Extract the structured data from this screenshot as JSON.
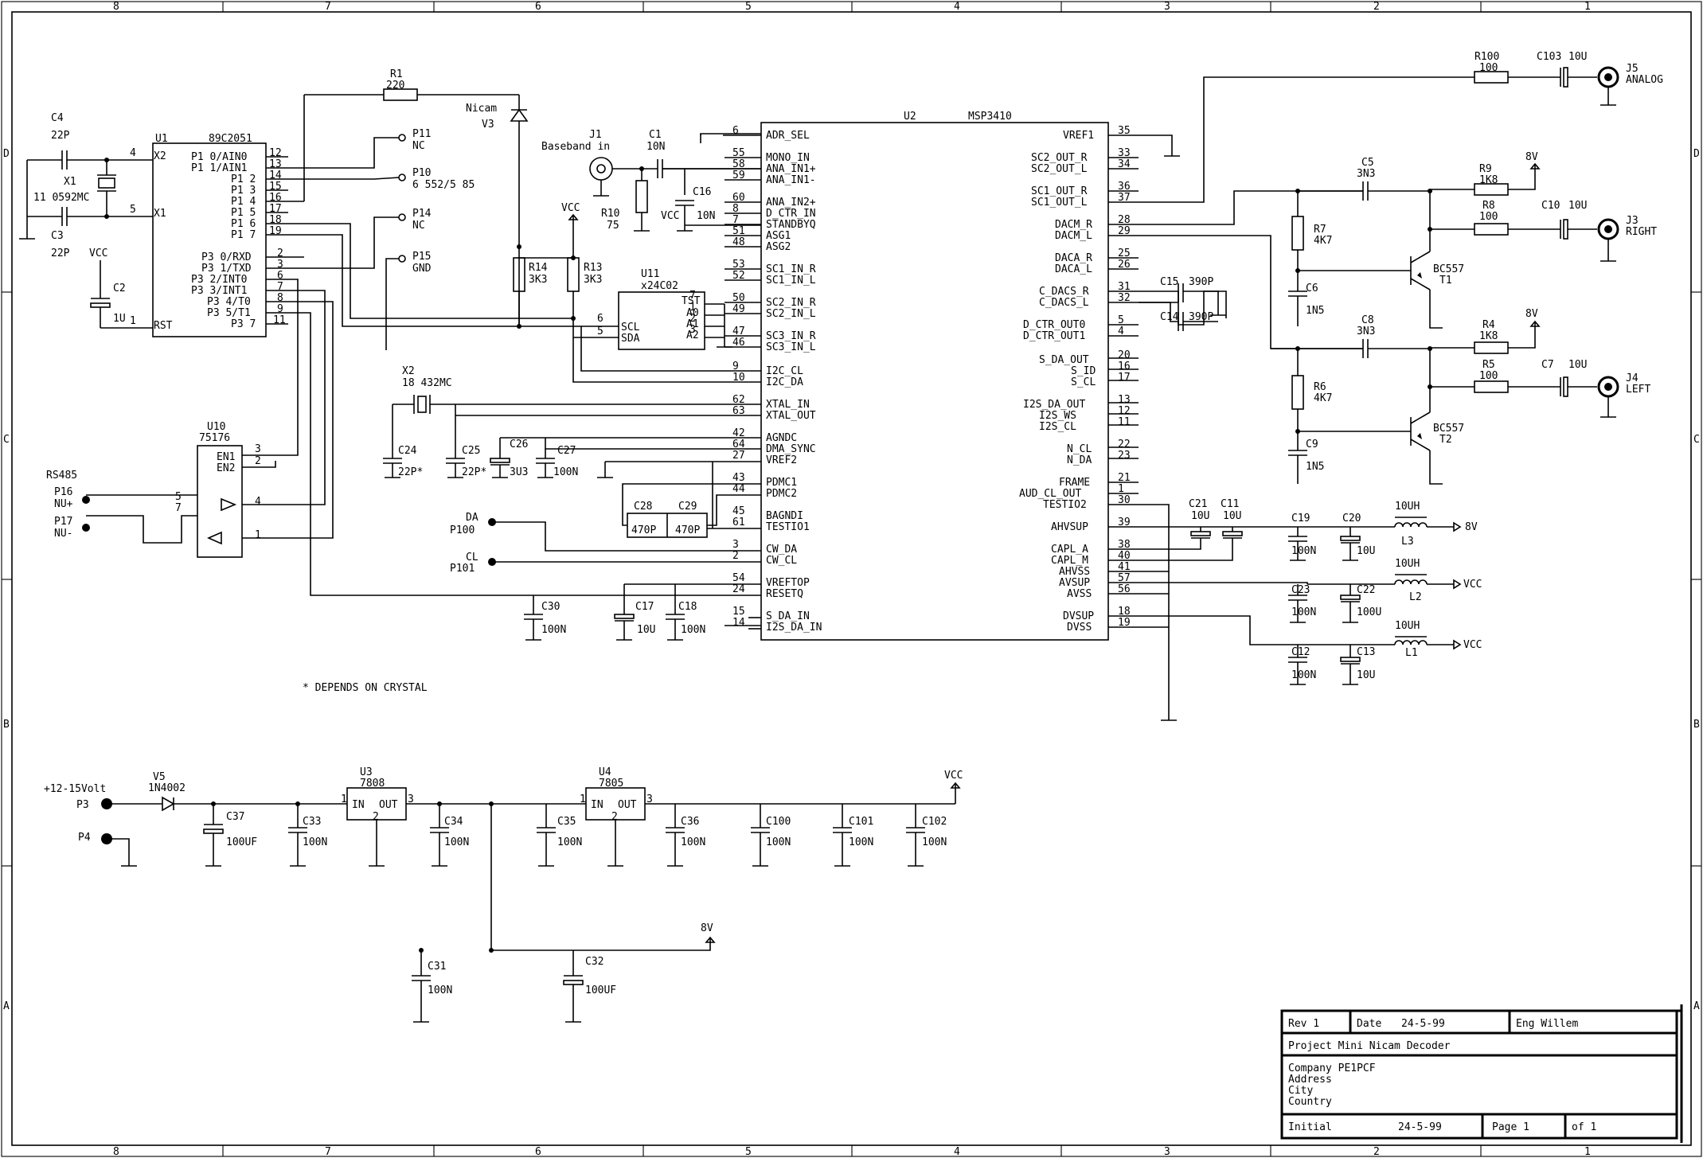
{
  "frame": {
    "col_numbers": [
      "8",
      "7",
      "6",
      "5",
      "4",
      "3",
      "2",
      "1"
    ],
    "row_letters": [
      "D",
      "C",
      "B",
      "A"
    ]
  },
  "u1": {
    "ref": "U1",
    "part": "89C2051",
    "left_pins": [
      {
        "name": "X2",
        "num": "4"
      },
      {
        "name": "X1",
        "num": "5"
      },
      {
        "name": "RST",
        "num": "1"
      }
    ],
    "right_pins": [
      {
        "name": "P1 0/AIN0",
        "num": "12"
      },
      {
        "name": "P1 1/AIN1",
        "num": "13"
      },
      {
        "name": "P1 2",
        "num": "14"
      },
      {
        "name": "P1 3",
        "num": "15"
      },
      {
        "name": "P1 4",
        "num": "16"
      },
      {
        "name": "P1 5",
        "num": "17"
      },
      {
        "name": "P1 6",
        "num": "18"
      },
      {
        "name": "P1 7",
        "num": "19"
      },
      {
        "name": "P3 0/RXD",
        "num": "2"
      },
      {
        "name": "P3 1/TXD",
        "num": "3"
      },
      {
        "name": "P3 2/INT0",
        "num": "6"
      },
      {
        "name": "P3 3/INT1",
        "num": "7"
      },
      {
        "name": "P3 4/T0",
        "num": "8"
      },
      {
        "name": "P3 5/T1",
        "num": "9"
      },
      {
        "name": "P3 7",
        "num": "11"
      }
    ]
  },
  "u2": {
    "ref": "U2",
    "part": "MSP3410",
    "left_pins": [
      {
        "name": "ADR_SEL",
        "num": "6"
      },
      {
        "name": "MONO_IN",
        "num": "55"
      },
      {
        "name": "ANA_IN1+",
        "num": "58"
      },
      {
        "name": "ANA_IN1-",
        "num": "59"
      },
      {
        "name": "ANA_IN2+",
        "num": "60"
      },
      {
        "name": "D_CTR_IN",
        "num": "8"
      },
      {
        "name": "STANDBYQ",
        "num": "7"
      },
      {
        "name": "ASG1",
        "num": "51"
      },
      {
        "name": "ASG2",
        "num": "48"
      },
      {
        "name": "SC1_IN_R",
        "num": "53"
      },
      {
        "name": "SC1_IN_L",
        "num": "52"
      },
      {
        "name": "SC2_IN_R",
        "num": "50"
      },
      {
        "name": "SC2_IN_L",
        "num": "49"
      },
      {
        "name": "SC3_IN_R",
        "num": "47"
      },
      {
        "name": "SC3_IN_L",
        "num": "46"
      },
      {
        "name": "I2C_CL",
        "num": "9"
      },
      {
        "name": "I2C_DA",
        "num": "10"
      },
      {
        "name": "XTAL_IN",
        "num": "62"
      },
      {
        "name": "XTAL_OUT",
        "num": "63"
      },
      {
        "name": "AGNDC",
        "num": "42"
      },
      {
        "name": "DMA_SYNC",
        "num": "64"
      },
      {
        "name": "VREF2",
        "num": "27"
      },
      {
        "name": "PDMC1",
        "num": "43"
      },
      {
        "name": "PDMC2",
        "num": "44"
      },
      {
        "name": "BAGNDI",
        "num": "45"
      },
      {
        "name": "TESTIO1",
        "num": "61"
      },
      {
        "name": "CW_DA",
        "num": "3"
      },
      {
        "name": "CW_CL",
        "num": "2"
      },
      {
        "name": "VREFTOP",
        "num": "54"
      },
      {
        "name": "RESETQ",
        "num": "24"
      },
      {
        "name": "S_DA_IN",
        "num": "15"
      },
      {
        "name": "I2S_DA_IN",
        "num": "14"
      }
    ],
    "right_pins": [
      {
        "name": "VREF1",
        "num": "35"
      },
      {
        "name": "SC2_OUT_R",
        "num": "33"
      },
      {
        "name": "SC2_OUT_L",
        "num": "34"
      },
      {
        "name": "SC1_OUT_R",
        "num": "36"
      },
      {
        "name": "SC1_OUT_L",
        "num": "37"
      },
      {
        "name": "DACM_R",
        "num": "28"
      },
      {
        "name": "DACM_L",
        "num": "29"
      },
      {
        "name": "DACA_R",
        "num": "25"
      },
      {
        "name": "DACA_L",
        "num": "26"
      },
      {
        "name": "C_DACS_R",
        "num": "31"
      },
      {
        "name": "C_DACS_L",
        "num": "32"
      },
      {
        "name": "D_CTR_OUT0",
        "num": "5"
      },
      {
        "name": "D_CTR_OUT1",
        "num": "4"
      },
      {
        "name": "S_DA_OUT",
        "num": "20"
      },
      {
        "name": "S_ID",
        "num": "16"
      },
      {
        "name": "S_CL",
        "num": "17"
      },
      {
        "name": "I2S_DA_OUT",
        "num": "13"
      },
      {
        "name": "I2S_WS",
        "num": "12"
      },
      {
        "name": "I2S_CL",
        "num": "11"
      },
      {
        "name": "N_CL",
        "num": "22"
      },
      {
        "name": "N_DA",
        "num": "23"
      },
      {
        "name": "FRAME",
        "num": "21"
      },
      {
        "name": "AUD_CL_OUT",
        "num": "1"
      },
      {
        "name": "TESTIO2",
        "num": "30"
      },
      {
        "name": "AHVSUP",
        "num": "39"
      },
      {
        "name": "CAPL_A",
        "num": "38"
      },
      {
        "name": "CAPL_M",
        "num": "40"
      },
      {
        "name": "AHVSS",
        "num": "41"
      },
      {
        "name": "AVSUP",
        "num": "57"
      },
      {
        "name": "AVSS",
        "num": "56"
      },
      {
        "name": "DVSUP",
        "num": "18"
      },
      {
        "name": "DVSS",
        "num": "19"
      }
    ]
  },
  "u11": {
    "ref": "U11",
    "part": "x24C02",
    "pins": [
      {
        "name": "TST",
        "num": "7"
      },
      {
        "name": "A0",
        "num": "1"
      },
      {
        "name": "A1",
        "num": "2"
      },
      {
        "name": "A2",
        "num": "3"
      },
      {
        "name": "SCL",
        "num": "6"
      },
      {
        "name": "SDA",
        "num": "5"
      }
    ]
  },
  "u10": {
    "ref": "U10",
    "part": "75176",
    "en1": "EN1",
    "en2": "EN2"
  },
  "labels": {
    "c4": "C4",
    "c4v": "22P",
    "c3": "C3",
    "c3v": "22P",
    "x1": "X1",
    "x1v": "11 0592MC",
    "c2": "C2",
    "c2v": "1U",
    "vcc1": "VCC",
    "r1": "R1",
    "r1v": "220",
    "nicam": "Nicam",
    "v3": "V3",
    "p11": "P11",
    "p11t": "NC",
    "p10": "P10",
    "p10t": "6 552/5 85",
    "p14": "P14",
    "p14t": "NC",
    "p15": "P15",
    "p15t": "GND",
    "j1": "J1",
    "j1t": "Baseband in",
    "c1": "C1",
    "c1v": "10N",
    "r10": "R10",
    "r10v": "75",
    "c16": "C16",
    "c16v": "10N",
    "vcc2": "VCC",
    "vcc3": "VCC",
    "r14": "R14",
    "r14v": "3K3",
    "r13": "R13",
    "r13v": "3K3",
    "x2": "X2",
    "x2v": "18 432MC",
    "c24": "C24",
    "c24v": "22P*",
    "c25": "C25",
    "c25v": "22P*",
    "c26": "C26",
    "c26v": "3U3",
    "c27": "C27",
    "c27v": "100N",
    "c28": "C28",
    "c28v": "470P",
    "c29": "C29",
    "c29v": "470P",
    "rs485": "RS485",
    "p16": "P16",
    "p16t": "NU+",
    "p17": "P17",
    "p17t": "NU-",
    "p100": "P100",
    "da": "DA",
    "p101": "P101",
    "cl": "CL",
    "c30": "C30",
    "c30v": "100N",
    "c17": "C17",
    "c17v": "10U",
    "c18": "C18",
    "c18v": "100N",
    "note": "* DEPENDS ON CRYSTAL",
    "r100": "R100",
    "r100v": "100",
    "c103": "C103",
    "c103v": "10U",
    "j5": "J5",
    "j5t": "ANALOG",
    "c5": "C5",
    "c5v": "3N3",
    "r9": "R9",
    "r9v": "1K8",
    "v8a": "8V",
    "r8": "R8",
    "r8v": "100",
    "c10": "C10",
    "c10v": "10U",
    "j3": "J3",
    "j3t": "RIGHT",
    "r7": "R7",
    "r7v": "4K7",
    "c6": "C6",
    "c6v": "1N5",
    "t1": "BC557",
    "t1r": "T1",
    "c8": "C8",
    "c8v": "3N3",
    "r4": "R4",
    "r4v": "1K8",
    "v8b": "8V",
    "r5": "R5",
    "r5v": "100",
    "c7": "C7",
    "c7v": "10U",
    "j4": "J4",
    "j4t": "LEFT",
    "r6": "R6",
    "r6v": "4K7",
    "c9": "C9",
    "c9v": "1N5",
    "t2": "BC557",
    "t2r": "T2",
    "c15": "C15",
    "c15v": "390P",
    "c14": "C14",
    "c14v": "390P",
    "c21": "C21",
    "c21v": "10U",
    "c11": "C11",
    "c11v": "10U",
    "c19": "C19",
    "c19v": "100N",
    "c20": "C20",
    "c20v": "10U",
    "l3": "L3",
    "l3v": "10UH",
    "v8c": "8V",
    "c23": "C23",
    "c23v": "100N",
    "c22": "C22",
    "c22v": "100U",
    "l2": "L2",
    "l2v": "10UH",
    "vcc4": "VCC",
    "c12": "C12",
    "c12v": "100N",
    "c13": "C13",
    "c13v": "10U",
    "l1": "L1",
    "l1v": "10UH",
    "vcc5": "VCC",
    "pwr": "+12-15Volt",
    "p3": "P3",
    "p4": "P4",
    "v5": "V5",
    "v5v": "1N4002",
    "c37": "C37",
    "c37v": "100UF",
    "c33": "C33",
    "c33v": "100N",
    "u3": "U3",
    "u3v": "7808",
    "c34": "C34",
    "c34v": "100N",
    "u4": "U4",
    "u4v": "7805",
    "c35": "C35",
    "c35v": "100N",
    "c36": "C36",
    "c36v": "100N",
    "c100": "C100",
    "c100v": "100N",
    "c101": "C101",
    "c101v": "100N",
    "c102": "C102",
    "c102v": "100N",
    "vcc6": "VCC",
    "v8d": "8V",
    "c31": "C31",
    "c31v": "100N",
    "c32": "C32",
    "c32v": "100UF",
    "reg_in": "IN",
    "reg_out": "OUT"
  },
  "title_block": {
    "rev": "Rev 1",
    "date_label": "Date",
    "date": "24-5-99",
    "eng": "Eng Willem",
    "project": "Project  Mini Nicam Decoder",
    "company": "Company  PE1PCF",
    "address": "Address",
    "city": "City",
    "country": "Country",
    "initial_label": "Initial",
    "initial_date": "24-5-99",
    "page": "Page  1",
    "of": "of  1"
  }
}
